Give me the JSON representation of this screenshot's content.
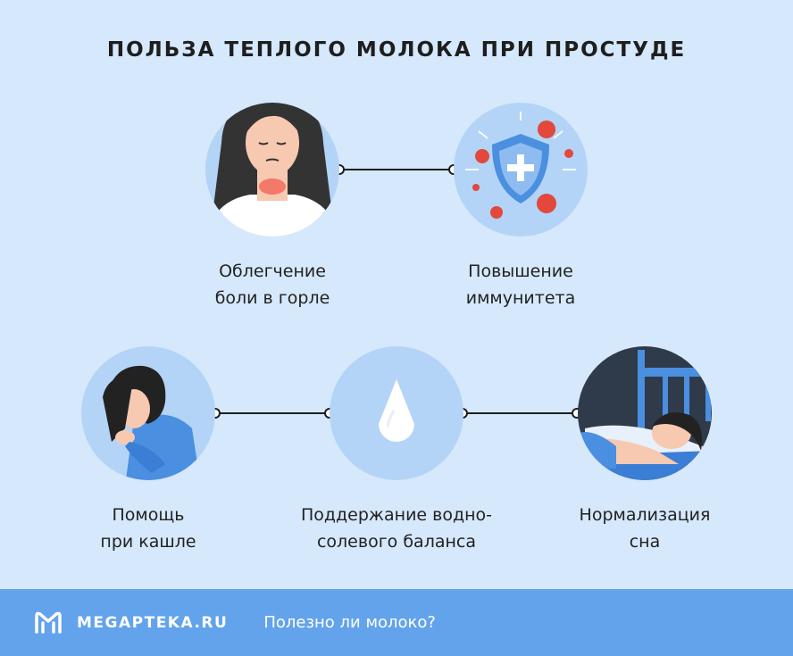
{
  "title": "ПОЛЬЗА ТЕПЛОГО МОЛОКА ПРИ ПРОСТУДЕ",
  "benefits": [
    {
      "line1": "Облегчение",
      "line2": "боли в горле",
      "icon": "sore-throat-woman"
    },
    {
      "line1": "Повышение",
      "line2": "иммунитета",
      "icon": "immunity-shield"
    },
    {
      "line1": "Помощь",
      "line2": "при кашле",
      "icon": "coughing-woman"
    },
    {
      "line1": "Поддержание водно-",
      "line2": "солевого баланса",
      "icon": "water-drop"
    },
    {
      "line1": "Нормализация",
      "line2": "сна",
      "icon": "sleeping-woman"
    }
  ],
  "footer": {
    "brand": "MEGAPTEKA.RU",
    "link": "Полезно ли молоко?"
  },
  "colors": {
    "background": "#d6e8fb",
    "circle": "#b3d4f7",
    "footer": "#62a3ec",
    "hair": "#333333",
    "skin": "#f7c9b0",
    "virus": "#e2483b"
  }
}
